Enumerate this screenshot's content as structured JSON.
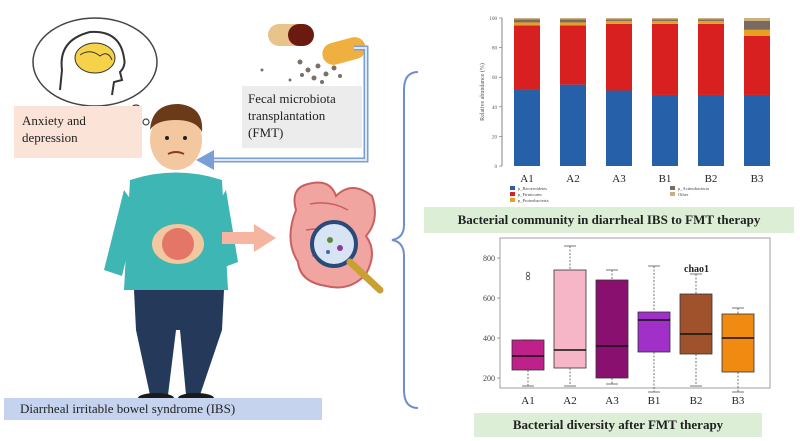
{
  "labels": {
    "anxiety": "Anxiety and depression",
    "fmt_line1": "Fecal microbiota",
    "fmt_line2": "transplantation",
    "fmt_line3": "(FMT)",
    "ibs": "Diarrheal irritable bowel syndrome (IBS)",
    "community": "Bacterial community in diarrheal IBS to FMT therapy",
    "diversity": "Bacterial diversity after FMT therapy"
  },
  "colors": {
    "bacteroidetes": "#2660a8",
    "firmicutes": "#d92020",
    "proteobacteria": "#e8a020",
    "other": "#7a6a60",
    "arrow": "#7a9fd6",
    "bracket": "#6d8fd0"
  },
  "chart_data": [
    {
      "type": "bar",
      "stacked": true,
      "ylabel": "Relative abundance (%)",
      "ylim": [
        0,
        100
      ],
      "categories": [
        "A1",
        "A2",
        "A3",
        "B1",
        "B2",
        "B3"
      ],
      "yticks": [
        "0",
        "20",
        "40",
        "60",
        "80",
        "100"
      ],
      "series": [
        {
          "name": "p_Bacteroidetes",
          "values": [
            52,
            55,
            51,
            48,
            48,
            48
          ]
        },
        {
          "name": "p_Firmicutes",
          "values": [
            43,
            40,
            45,
            48,
            48,
            40
          ]
        },
        {
          "name": "p_Proteobacteria",
          "values": [
            2,
            2,
            2,
            2,
            2,
            4
          ]
        },
        {
          "name": "p_Actinobacteria",
          "values": [
            2,
            2,
            1,
            1,
            1,
            6
          ]
        },
        {
          "name": "Other",
          "values": [
            1,
            1,
            1,
            1,
            1,
            2
          ]
        }
      ]
    },
    {
      "type": "box",
      "title": "chao1",
      "ylim": [
        150,
        900
      ],
      "yticks": [
        "200",
        "400",
        "600",
        "800"
      ],
      "categories": [
        "A1",
        "A2",
        "A3",
        "B1",
        "B2",
        "B3"
      ],
      "colors": [
        "#c0208a",
        "#f7b6c8",
        "#8a1070",
        "#a030c8",
        "#a0522d",
        "#f08a10"
      ],
      "boxes": [
        {
          "min": 160,
          "q1": 240,
          "median": 310,
          "q3": 390,
          "max": 390,
          "outliers": [
            700,
            720
          ]
        },
        {
          "min": 160,
          "q1": 250,
          "median": 340,
          "q3": 740,
          "max": 860,
          "outliers": []
        },
        {
          "min": 170,
          "q1": 200,
          "median": 360,
          "q3": 690,
          "max": 740,
          "outliers": []
        },
        {
          "min": 130,
          "q1": 330,
          "median": 490,
          "q3": 530,
          "max": 760,
          "outliers": []
        },
        {
          "min": 160,
          "q1": 320,
          "median": 420,
          "q3": 620,
          "max": 720,
          "outliers": []
        },
        {
          "min": 130,
          "q1": 230,
          "median": 400,
          "q3": 520,
          "max": 550,
          "outliers": []
        }
      ]
    }
  ]
}
